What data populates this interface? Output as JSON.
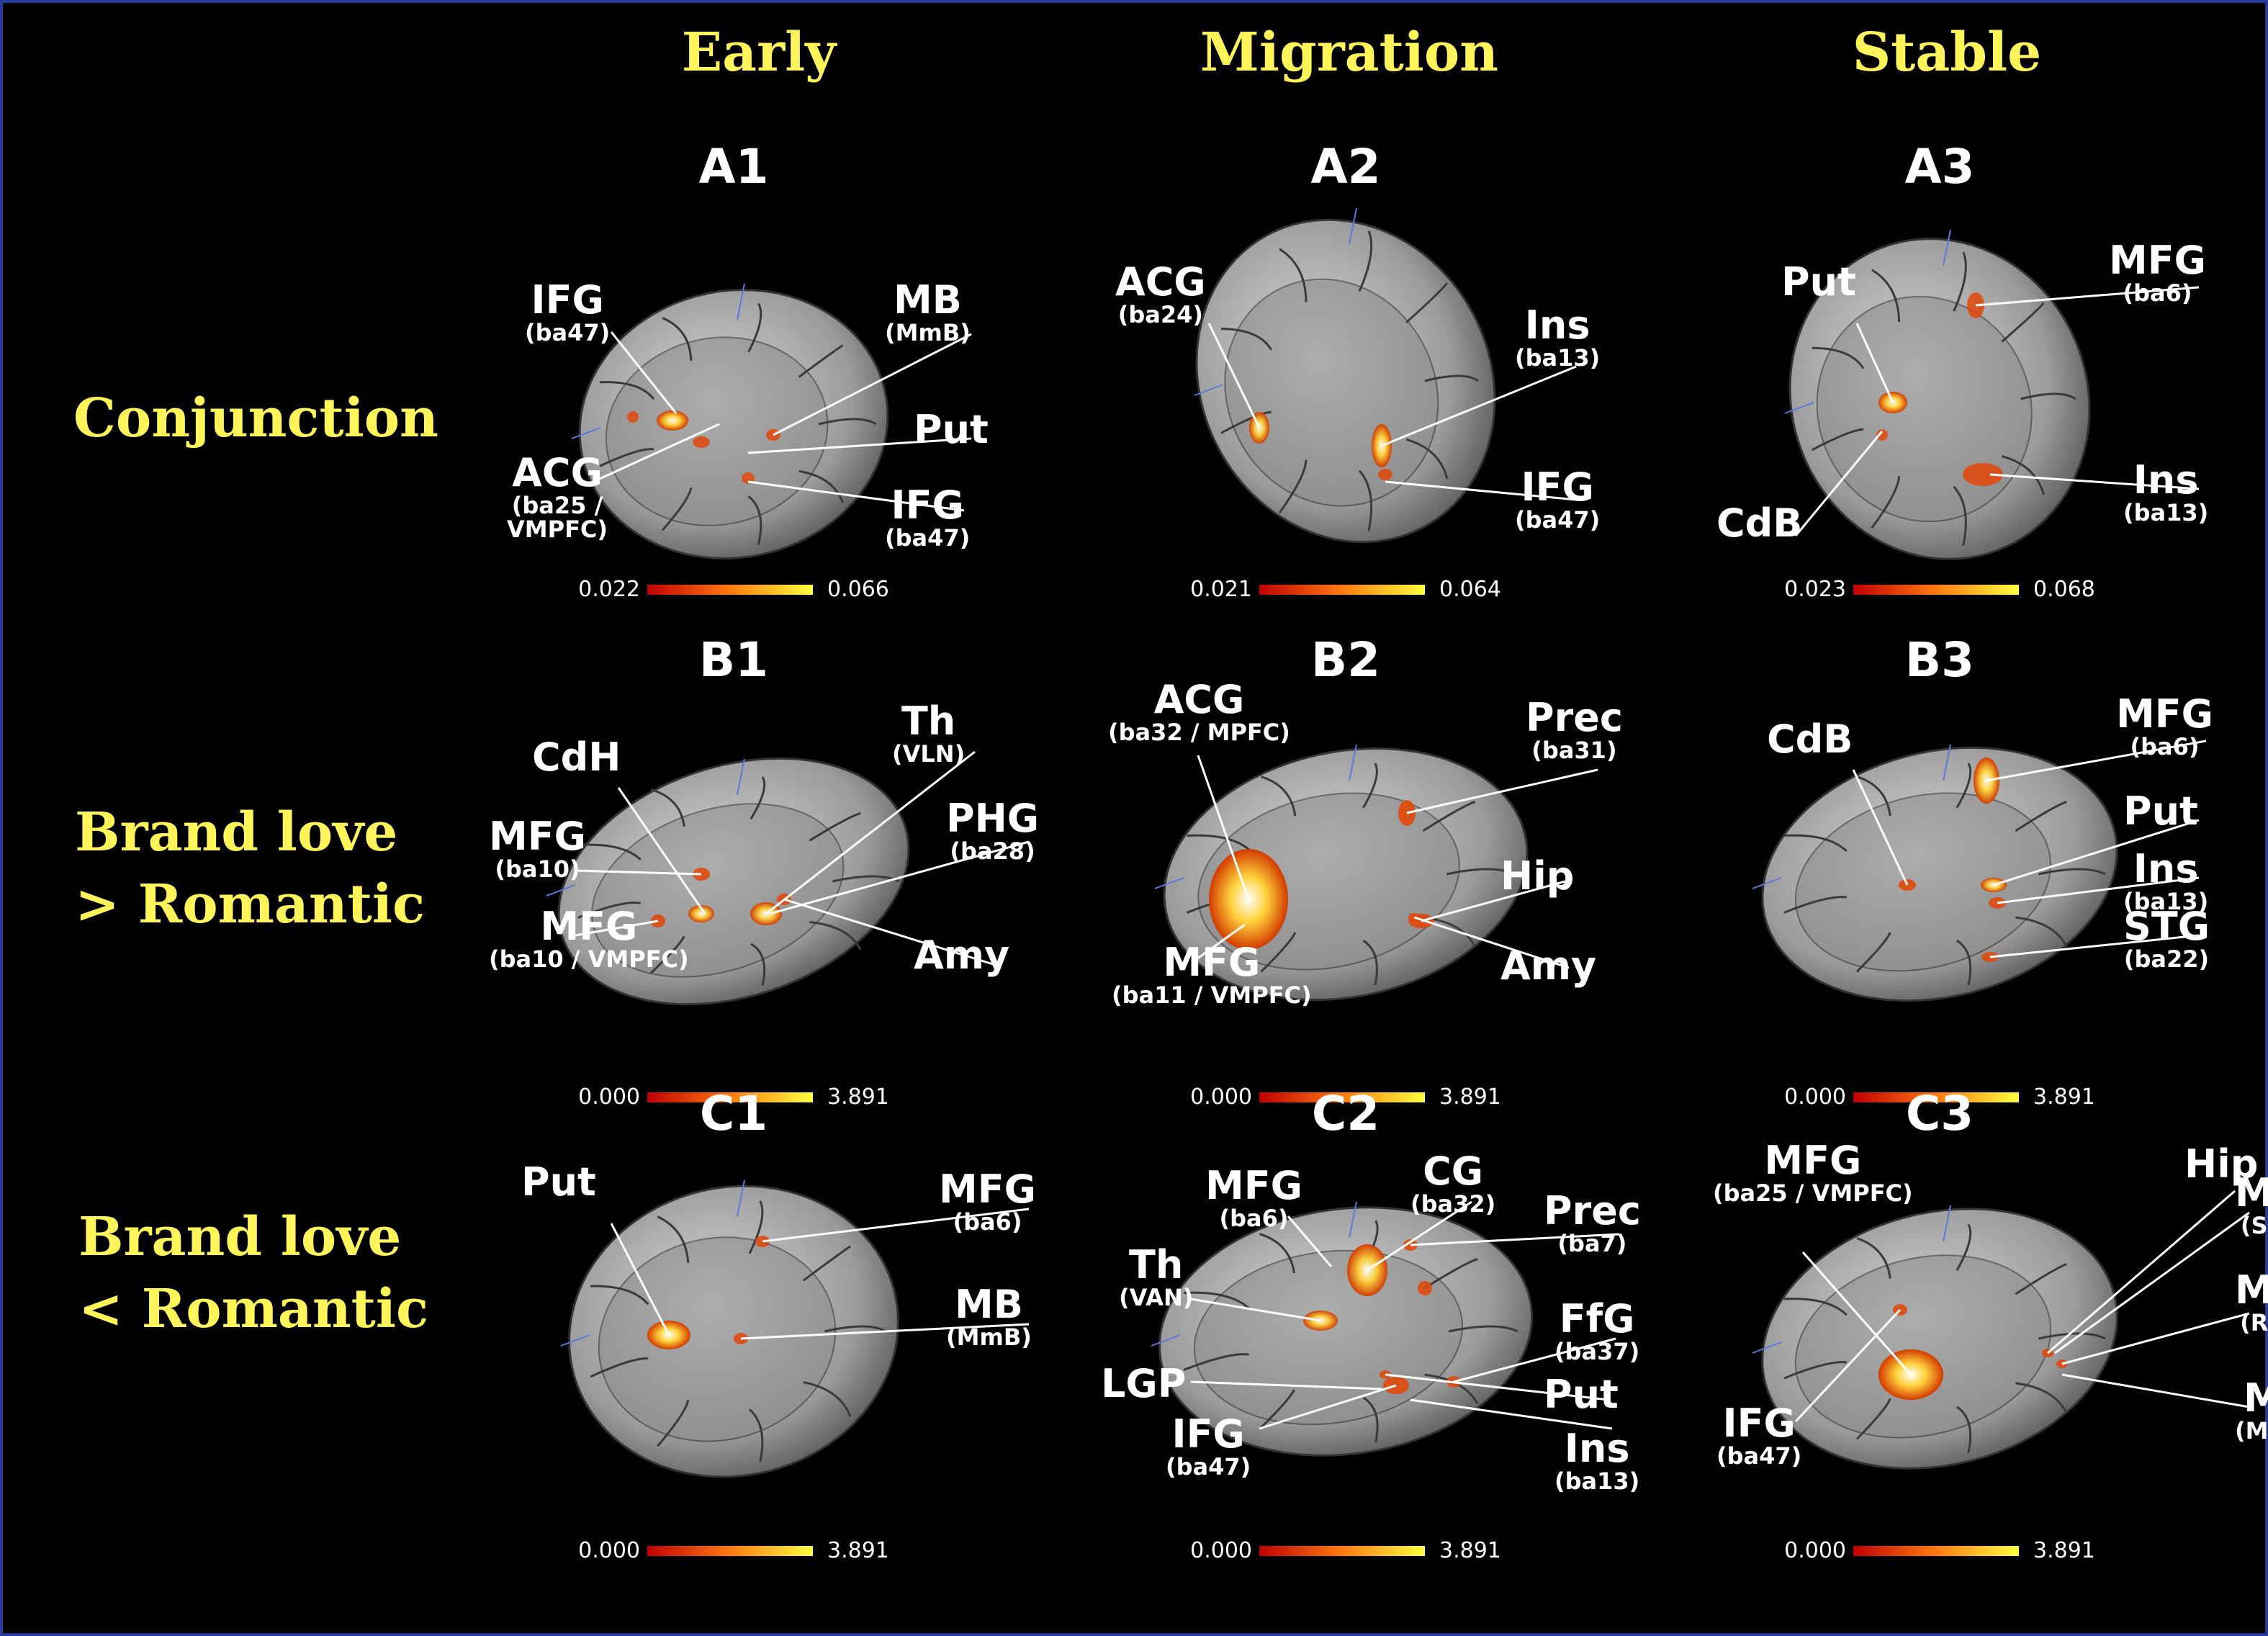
{
  "columns": [
    "Early",
    "Migration",
    "Stable"
  ],
  "rows": [
    "Conjunction",
    "Brand love\n> Romantic",
    "Brand love\n< Romantic"
  ],
  "panels": [
    {
      "id": "A1",
      "scale_min": "0.022",
      "scale_max": "0.066",
      "labels": [
        {
          "n": "IFG",
          "s": "(ba47)"
        },
        {
          "n": "MB",
          "s": "(MmB)"
        },
        {
          "n": "Put",
          "s": ""
        },
        {
          "n": "ACG",
          "s": "(ba25 /\nVMPFC)"
        },
        {
          "n": "IFG",
          "s": "(ba47)"
        }
      ]
    },
    {
      "id": "A2",
      "scale_min": "0.021",
      "scale_max": "0.064",
      "labels": [
        {
          "n": "ACG",
          "s": "(ba24)"
        },
        {
          "n": "Ins",
          "s": "(ba13)"
        },
        {
          "n": "IFG",
          "s": "(ba47)"
        }
      ]
    },
    {
      "id": "A3",
      "scale_min": "0.023",
      "scale_max": "0.068",
      "labels": [
        {
          "n": "Put",
          "s": ""
        },
        {
          "n": "MFG",
          "s": "(ba6)"
        },
        {
          "n": "CdB",
          "s": ""
        },
        {
          "n": "Ins",
          "s": "(ba13)"
        }
      ]
    },
    {
      "id": "B1",
      "scale_min": "0.000",
      "scale_max": "3.891",
      "labels": [
        {
          "n": "CdH",
          "s": ""
        },
        {
          "n": "Th",
          "s": "(VLN)"
        },
        {
          "n": "PHG",
          "s": "(ba28)"
        },
        {
          "n": "MFG",
          "s": "(ba10)"
        },
        {
          "n": "MFG",
          "s": "(ba10 / VMPFC)"
        },
        {
          "n": "Amy",
          "s": ""
        }
      ]
    },
    {
      "id": "B2",
      "scale_min": "0.000",
      "scale_max": "3.891",
      "labels": [
        {
          "n": "ACG",
          "s": "(ba32 / MPFC)"
        },
        {
          "n": "Prec",
          "s": "(ba31)"
        },
        {
          "n": "Hip",
          "s": ""
        },
        {
          "n": "MFG",
          "s": "(ba11 / VMPFC)"
        },
        {
          "n": "Amy",
          "s": ""
        }
      ]
    },
    {
      "id": "B3",
      "scale_min": "0.000",
      "scale_max": "3.891",
      "labels": [
        {
          "n": "CdB",
          "s": ""
        },
        {
          "n": "MFG",
          "s": "(ba6)"
        },
        {
          "n": "Put",
          "s": ""
        },
        {
          "n": "Ins",
          "s": "(ba13)"
        },
        {
          "n": "STG",
          "s": "(ba22)"
        }
      ]
    },
    {
      "id": "C1",
      "scale_min": "0.000",
      "scale_max": "3.891",
      "labels": [
        {
          "n": "Put",
          "s": ""
        },
        {
          "n": "MFG",
          "s": "(ba6)"
        },
        {
          "n": "MB",
          "s": "(MmB)"
        }
      ]
    },
    {
      "id": "C2",
      "scale_min": "0.000",
      "scale_max": "3.891",
      "labels": [
        {
          "n": "MFG",
          "s": "(ba6)"
        },
        {
          "n": "CG",
          "s": "(ba32)"
        },
        {
          "n": "Prec",
          "s": "(ba7)"
        },
        {
          "n": "Th",
          "s": "(VAN)"
        },
        {
          "n": "FfG",
          "s": "(ba37)"
        },
        {
          "n": "LGP",
          "s": ""
        },
        {
          "n": "Put",
          "s": ""
        },
        {
          "n": "IFG",
          "s": "(ba47)"
        },
        {
          "n": "Ins",
          "s": "(ba13)"
        }
      ]
    },
    {
      "id": "C3",
      "scale_min": "0.000",
      "scale_max": "3.891",
      "labels": [
        {
          "n": "MFG",
          "s": "(ba25 / VMPFC)"
        },
        {
          "n": "Hip",
          "s": ""
        },
        {
          "n": "MB",
          "s": "(SN)"
        },
        {
          "n": "MB",
          "s": "(RN)"
        },
        {
          "n": "IFG",
          "s": "(ba47)"
        },
        {
          "n": "MB",
          "s": "(MmB)"
        }
      ]
    }
  ],
  "colors": {
    "heading": "#fff55a",
    "label": "#ffffff",
    "background": "#000000",
    "frame": "#2a3a9a",
    "scale_low": "#c00000",
    "scale_mid": "#ff7a10",
    "scale_high": "#ffff40"
  },
  "icons": [
    "brain-render-icon",
    "activation-blob-icon"
  ]
}
